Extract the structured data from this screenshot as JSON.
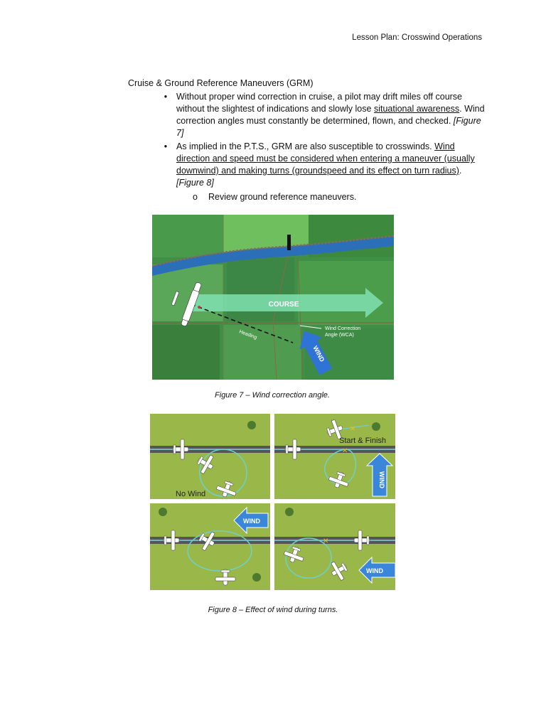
{
  "header": {
    "text": "Lesson Plan: Crosswind Operations"
  },
  "section": {
    "title": "Cruise & Ground Reference Maneuvers (GRM)",
    "bullet1": {
      "t1": "Without proper wind correction in cruise, a pilot may drift miles off course without the slightest of indications and slowly lose ",
      "u1": "situational awareness",
      "t2": ". Wind correction angles must constantly be determined, flown, and checked. ",
      "fig": "[Figure 7]"
    },
    "bullet2": {
      "t1": "As implied in the P.T.S., GRM are also susceptible to crosswinds.  ",
      "u1": "Wind direction and speed must be considered when entering a maneuver (usually downwind) and making turns (groundspeed and its effect on turn radius)",
      "t2": ". ",
      "fig": "[Figure 8]"
    },
    "sub": {
      "marker": "o",
      "text": "Review ground reference maneuvers."
    }
  },
  "figure7": {
    "course_label": "COURSE",
    "heading_label": "Heading",
    "wca_line1": "Wind Correction",
    "wca_line2": "Angle (WCA)",
    "wind_label": "WIND",
    "caption": "Figure 7 – Wind correction angle."
  },
  "figure8": {
    "no_wind": "No Wind",
    "start_finish": "Start & Finish",
    "wind_label": "WIND",
    "caption": "Figure 8 – Effect of wind during turns."
  }
}
